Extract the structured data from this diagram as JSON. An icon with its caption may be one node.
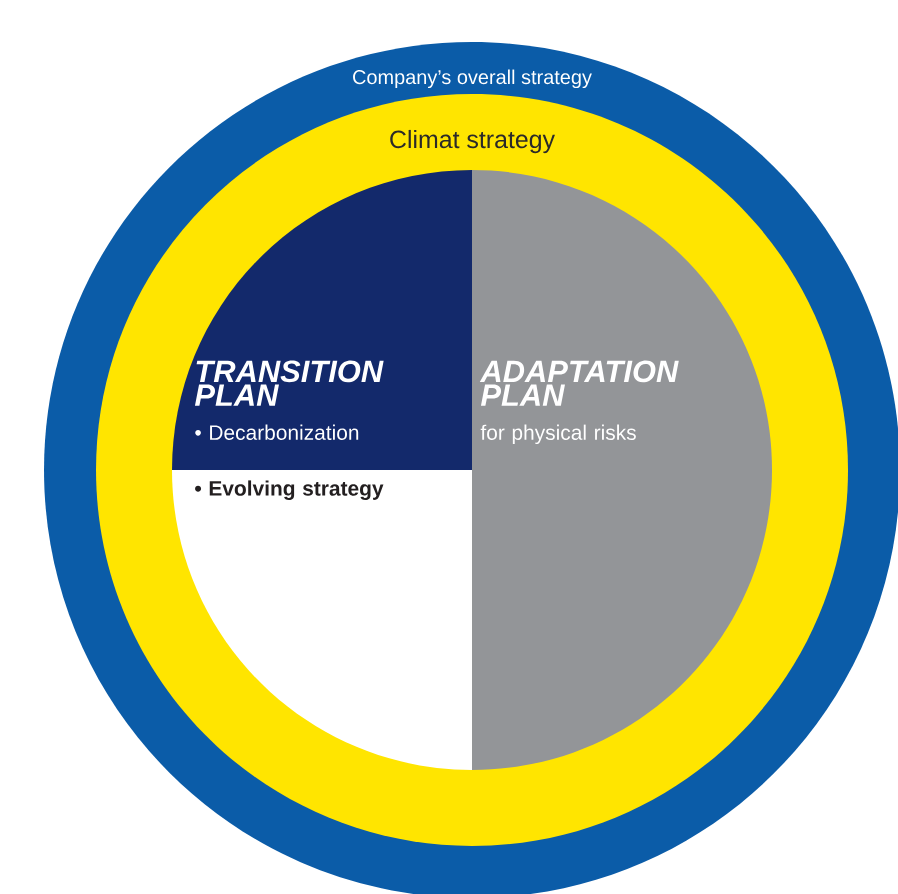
{
  "diagram": {
    "nodes": [
      {
        "text": [
          "Company’s overall strategy"
        ]
      },
      {
        "text": [
          "Climat strategy"
        ],
        "in": 0
      },
      {
        "text": [
          "TRANSITION PLAN",
          "• Decarbonization"
        ],
        "in": 1
      },
      {
        "text": [
          "• Evolving strategy"
        ],
        "in": 1
      },
      {
        "text": [
          "ADAPTATION PLAN",
          "for physical risks"
        ],
        "in": 1
      }
    ]
  }
}
